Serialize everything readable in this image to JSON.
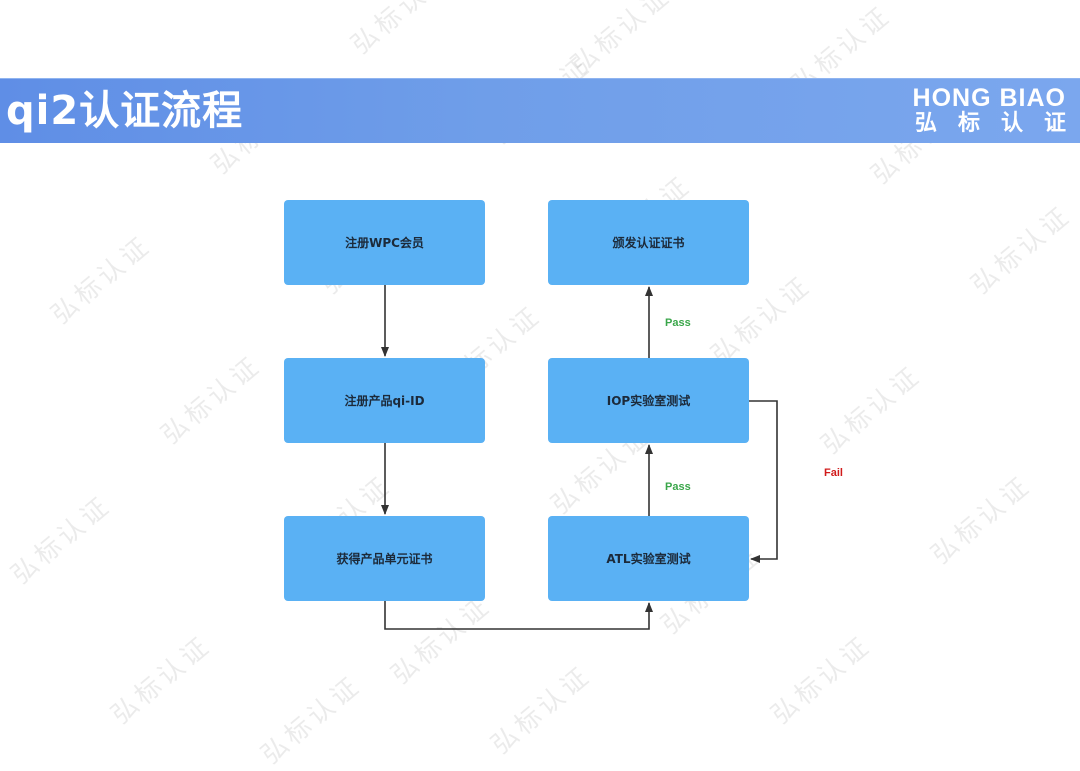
{
  "header": {
    "title": "qi2认证流程",
    "brand_en": "HONG BIAO",
    "brand_zh": "弘标认证",
    "colors": {
      "bar": "#6f9ee9",
      "text": "#ffffff"
    }
  },
  "diagram": {
    "nodes": {
      "wpc": "注册WPC会员",
      "qiid": "注册产品qi-ID",
      "unit": "获得产品单元证书",
      "atl": "ATL实验室测试",
      "iop": "IOP实验室测试",
      "cert": "颁发认证证书"
    },
    "edge_labels": {
      "pass_atl_iop": "Pass",
      "pass_iop_cert": "Pass",
      "fail_iop_atl": "Fail"
    },
    "colors": {
      "node": "#5ab1f4",
      "edge": "#333333",
      "pass": "#3aa64a",
      "fail": "#d11b1b"
    }
  },
  "watermark": {
    "text": "弘标认证"
  }
}
